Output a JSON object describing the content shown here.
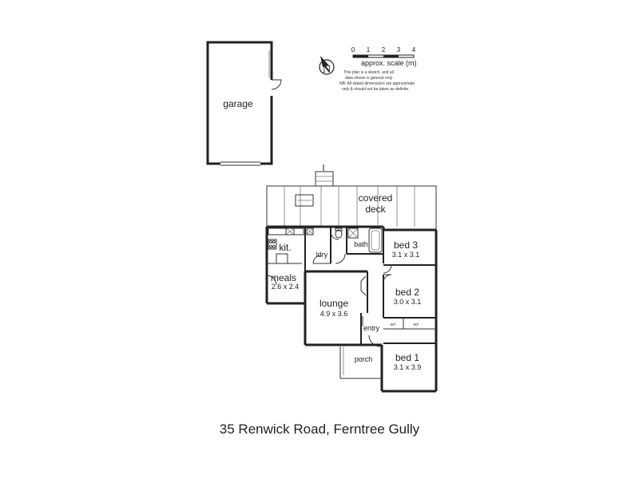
{
  "address": "35 Renwick Road, Ferntree Gully",
  "rooms": {
    "garage": {
      "name": "garage"
    },
    "deck": {
      "name1": "covered",
      "name2": "deck"
    },
    "kitchen": {
      "name": "kit."
    },
    "laundry": {
      "name": "ldry"
    },
    "bath": {
      "name": "bath"
    },
    "meals": {
      "name": "meals",
      "dims": "2.6 x 2.4"
    },
    "lounge": {
      "name": "lounge",
      "dims": "4.9 x 3.6"
    },
    "entry": {
      "name": "entry"
    },
    "porch": {
      "name": "porch"
    },
    "bed3": {
      "name": "bed 3",
      "dims": "3.1 x 3.1"
    },
    "bed2": {
      "name": "bed 2",
      "dims": "3.0 x 3.1"
    },
    "bed1": {
      "name": "bed 1",
      "dims": "3.1 x 3.9"
    },
    "wir1": {
      "name": "w/r"
    },
    "wir2": {
      "name": "w/r"
    }
  },
  "scale": {
    "ticks": [
      "0",
      "1",
      "2",
      "3",
      "4"
    ],
    "label": "approx. scale (m)",
    "disclaimer": [
      "This plan is a sketch, and all",
      "data shown is general only",
      "NB: All stated dimensions are approximate",
      "only & should not be taken as definite."
    ]
  },
  "compass": {
    "letter": "N"
  },
  "icons": [
    "north-arrow-icon",
    "scale-bar-icon",
    "door-swing-icon",
    "stove-icon",
    "sink-icon",
    "toilet-icon",
    "bathtub-icon",
    "bbq-icon"
  ]
}
